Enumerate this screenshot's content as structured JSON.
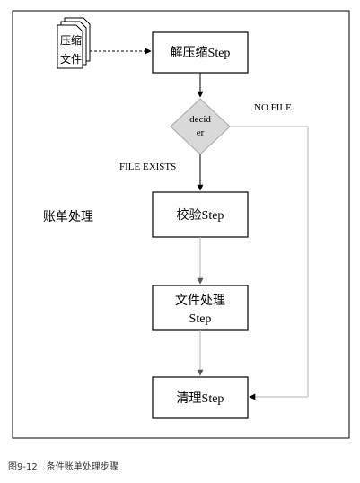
{
  "diagram": {
    "input_doc": {
      "line1": "压缩",
      "line2": "文件"
    },
    "steps": {
      "unzip": "解压缩Step",
      "verify": "校验Step",
      "process_line1": "文件处理",
      "process_line2": "Step",
      "cleanup": "清理Step"
    },
    "decider": {
      "line1": "decid",
      "line2": "er"
    },
    "labels": {
      "no_file": "NO FILE",
      "file_exists": "FILE EXISTS",
      "group": "账单处理"
    }
  },
  "caption": "图9-12　条件账单处理步骤",
  "colors": {
    "decider_fill": "#d9d9d9",
    "decider_stroke": "#a6a6a6",
    "gray_line": "#b3b3b3",
    "border": "#000000"
  }
}
